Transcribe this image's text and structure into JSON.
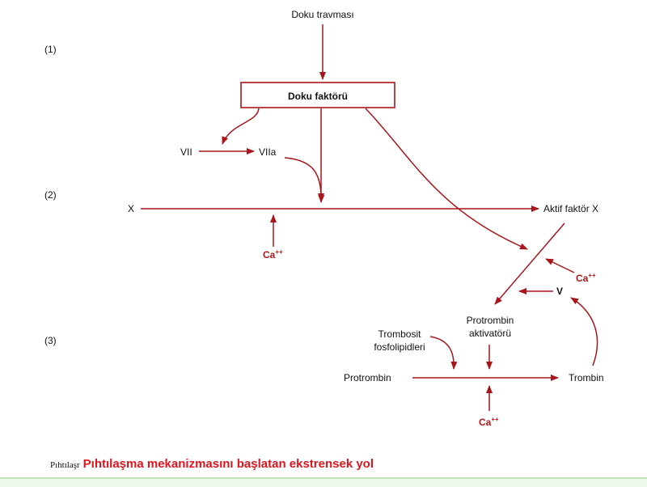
{
  "diagram": {
    "steps": [
      "(1)",
      "(2)",
      "(3)"
    ],
    "nodes": {
      "tissue_trauma": "Doku travması",
      "tissue_factor": "Doku faktörü",
      "vii": "VII",
      "viia": "VIIa",
      "x": "X",
      "active_factor_x": "Aktif faktör X",
      "v": "V",
      "prothrombin_activator_line1": "Protrombin",
      "prothrombin_activator_line2": "aktivatörü",
      "platelet_phospholipids_line1": "Trombosit",
      "platelet_phospholipids_line2": "fosfolipidleri",
      "prothrombin": "Protrombin",
      "thrombin": "Trombin"
    },
    "calcium_label": "Ca",
    "calcium_charge": "++"
  },
  "caption": {
    "prefix": "Pıhtılaşr",
    "text": "Pıhtılaşma mekanizmasını başlatan ekstrensek yol"
  },
  "colors": {
    "arrow": "#a8151b",
    "calcium": "#b01818",
    "caption": "#e0141e",
    "bottom_bar": "#eef9ea"
  }
}
